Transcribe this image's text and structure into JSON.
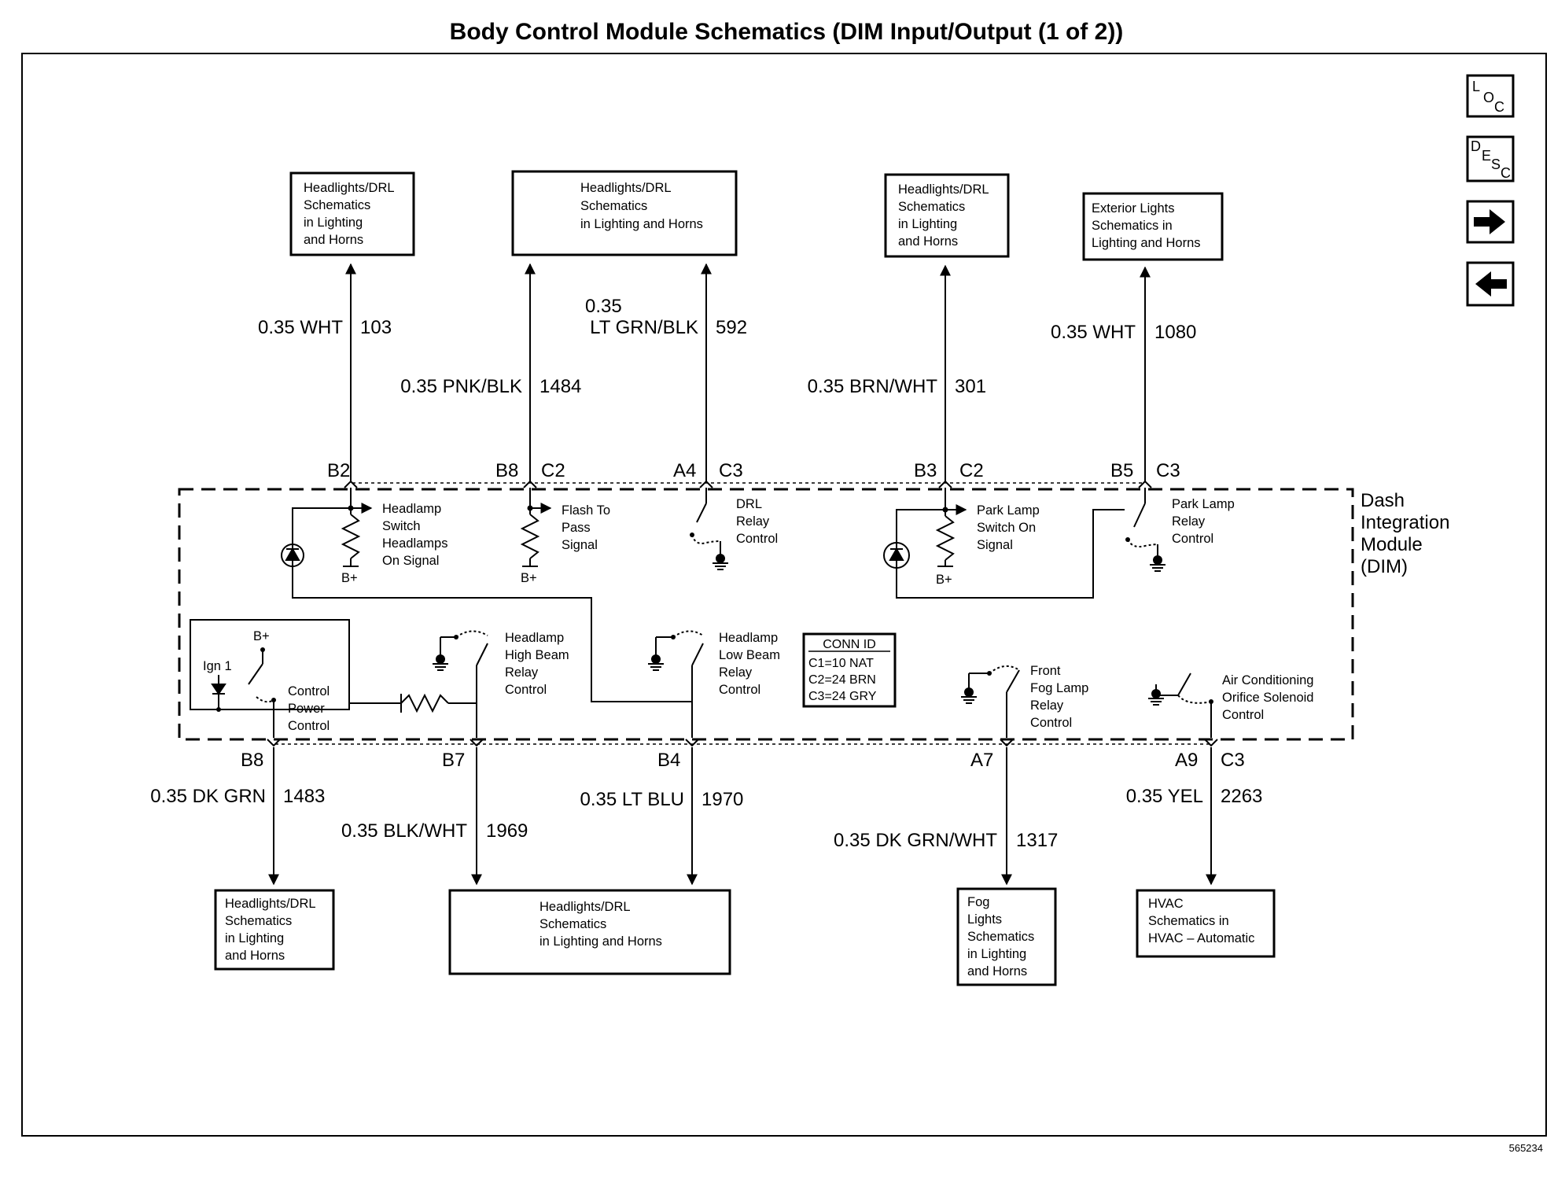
{
  "title": "Body Control Module Schematics (DIM Input/Output (1 of 2))",
  "footer_id": "565234",
  "nav_buttons": [
    {
      "label_a": "L",
      "label_b": "O",
      "label_c": "C",
      "icon": "loc-icon"
    },
    {
      "label_a": "D",
      "label_b": "E",
      "label_c": "S",
      "label_d": "C",
      "icon": "desc-icon"
    },
    {
      "icon": "arrow-right-icon"
    },
    {
      "icon": "arrow-left-icon"
    }
  ],
  "module": {
    "lines": [
      "Dash",
      "Integration",
      "Module",
      "(DIM)"
    ]
  },
  "conn_id": {
    "title": "CONN ID",
    "rows": [
      "C1=10 NAT",
      "C2=24 BRN",
      "C3=24 GRY"
    ]
  },
  "top_boxes": [
    {
      "lines": [
        "Headlights/DRL",
        "Schematics",
        "in Lighting",
        "and Horns"
      ]
    },
    {
      "lines": [
        "Headlights/DRL",
        "Schematics",
        "in Lighting  and Horns"
      ]
    },
    {
      "lines": [
        "Headlights/DRL",
        "Schematics",
        "in Lighting",
        "and Horns"
      ]
    },
    {
      "lines": [
        "Exterior Lights",
        "Schematics in",
        "Lighting and Horns"
      ]
    }
  ],
  "bottom_boxes": [
    {
      "lines": [
        "Headlights/DRL",
        "Schematics",
        "in Lighting",
        "and Horns"
      ]
    },
    {
      "lines": [
        "Headlights/DRL",
        "Schematics",
        "in Lighting  and Horns"
      ]
    },
    {
      "lines": [
        "Fog",
        "Lights",
        "Schematics",
        "in Lighting",
        "and Horns"
      ]
    },
    {
      "lines": [
        "HVAC",
        "Schematics in",
        "HVAC – Automatic"
      ]
    }
  ],
  "wires": [
    {
      "color": "0.35 WHT",
      "circuit": "103"
    },
    {
      "color": "0.35 PNK/BLK",
      "circuit": "1484"
    },
    {
      "color_a": "0.35",
      "color_b": "LT GRN/BLK",
      "circuit": "592"
    },
    {
      "color": "0.35 BRN/WHT",
      "circuit": "301"
    },
    {
      "color": "0.35 WHT",
      "circuit": "1080"
    },
    {
      "color": "0.35 DK GRN",
      "circuit": "1483"
    },
    {
      "color": "0.35 BLK/WHT",
      "circuit": "1969"
    },
    {
      "color": "0.35 LT BLU",
      "circuit": "1970"
    },
    {
      "color": "0.35 DK GRN/WHT",
      "circuit": "1317"
    },
    {
      "color": "0.35 YEL",
      "circuit": "2263"
    }
  ],
  "pins": {
    "B2": "B2",
    "B8": "B8",
    "C2": "C2",
    "A4": "A4",
    "C3": "C3",
    "B3": "B3",
    "B5": "B5",
    "B7": "B7",
    "B4": "B4",
    "A7": "A7",
    "A9": "A9"
  },
  "signals": [
    {
      "lines": [
        "Headlamp",
        "Switch",
        "Headlamps",
        "On Signal"
      ]
    },
    {
      "lines": [
        "Flash To",
        "Pass",
        "Signal"
      ]
    },
    {
      "lines": [
        "DRL",
        "Relay",
        "Control"
      ]
    },
    {
      "lines": [
        "Park Lamp",
        "Switch On",
        "Signal"
      ]
    },
    {
      "lines": [
        "Park Lamp",
        "Relay",
        "Control"
      ]
    },
    {
      "lines": [
        "Control",
        "Power",
        "Control"
      ]
    },
    {
      "lines": [
        "Headlamp",
        "High Beam",
        "Relay",
        "Control"
      ]
    },
    {
      "lines": [
        "Headlamp",
        "Low Beam",
        "Relay",
        "Control"
      ]
    },
    {
      "lines": [
        "Front",
        "Fog Lamp",
        "Relay",
        "Control"
      ]
    },
    {
      "lines": [
        "Air Conditioning",
        "Orifice Solenoid",
        "Control"
      ]
    }
  ],
  "small_labels": {
    "bplus": "B+",
    "ign": "Ign 1"
  }
}
